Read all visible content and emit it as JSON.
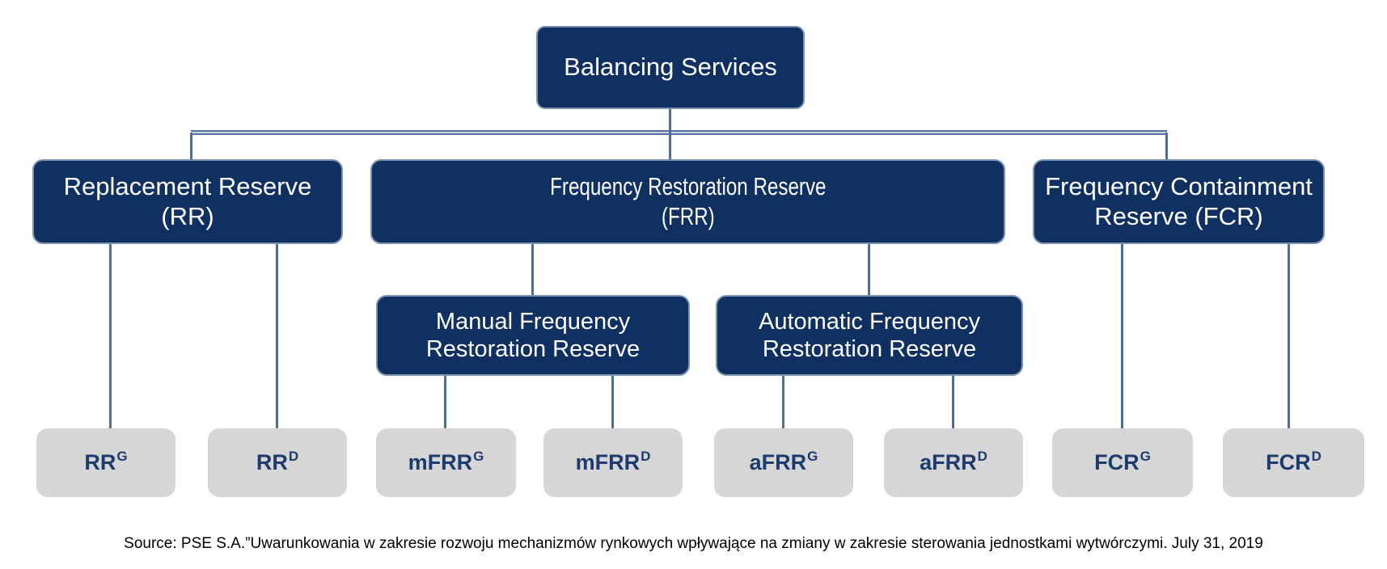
{
  "diagram": {
    "root": {
      "label": "Balancing Services"
    },
    "level2": [
      {
        "id": "rr",
        "label_lines": [
          "Replacement Reserve",
          "(RR)"
        ]
      },
      {
        "id": "frr",
        "label_lines": [
          "Frequency Restoration Reserve",
          "(FRR)"
        ]
      },
      {
        "id": "fcr",
        "label_lines": [
          "Frequency Containment",
          "Reserve (FCR)"
        ]
      }
    ],
    "level3": [
      {
        "id": "mfrr",
        "label_lines": [
          "Manual Frequency",
          "Restoration Reserve"
        ]
      },
      {
        "id": "afrr",
        "label_lines": [
          "Automatic Frequency",
          "Restoration Reserve"
        ]
      }
    ],
    "leaves": [
      {
        "id": "rr-g",
        "base": "RR",
        "sup": "G"
      },
      {
        "id": "rr-d",
        "base": "RR",
        "sup": "D"
      },
      {
        "id": "mfrr-g",
        "base": "mFRR",
        "sup": "G"
      },
      {
        "id": "mfrr-d",
        "base": "mFRR",
        "sup": "D"
      },
      {
        "id": "afrr-g",
        "base": "aFRR",
        "sup": "G"
      },
      {
        "id": "afrr-d",
        "base": "aFRR",
        "sup": "D"
      },
      {
        "id": "fcr-g",
        "base": "FCR",
        "sup": "G"
      },
      {
        "id": "fcr-d",
        "base": "FCR",
        "sup": "D"
      }
    ],
    "colors": {
      "node_fill": "#0f3060",
      "node_border": "#7e92b2",
      "node_text": "#ffffff",
      "leaf_fill": "#d6d6d6",
      "leaf_text": "#1e3b6d",
      "connector": "#4d6f9f"
    }
  },
  "footer": {
    "source_text": "Source: PSE S.A.”Uwarunkowania w zakresie rozwoju mechanizmów rynkowych wpływające na zmiany w zakresie sterowania jednostkami wytwórczymi. July 31, 2019"
  }
}
